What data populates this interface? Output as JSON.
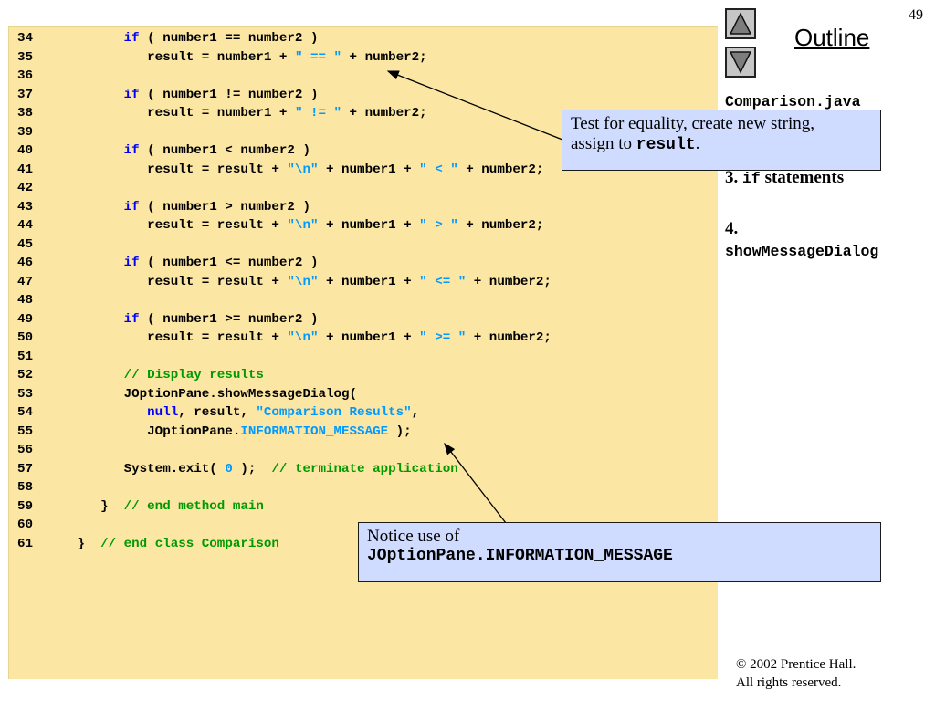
{
  "slide": {
    "page_number": "49",
    "outline_label": "Outline",
    "nav": {
      "up_label": "Previous",
      "down_label": "Next"
    },
    "sidebar": {
      "file_name": "Comparison.java",
      "item3_prefix": "3. ",
      "item3_code": "if",
      "item3_suffix": " statements",
      "item4_number": "4.",
      "item4_code": "showMessageDialog"
    },
    "callouts": {
      "equality": {
        "line1": "Test for equality, create new string,",
        "line2_prefix": "assign to ",
        "line2_code": "result",
        "line2_suffix": "."
      },
      "notice": {
        "line1": "Notice use of",
        "line2_code": "JOptionPane.INFORMATION_MESSAGE"
      }
    },
    "copyright": {
      "line1": "© 2002 Prentice Hall.",
      "line2": "All rights reserved."
    }
  },
  "code_lines": [
    {
      "n": "34",
      "tokens": [
        [
          "p",
          "         "
        ],
        [
          "kw",
          "if"
        ],
        [
          "p",
          " ( number1 == number2 )"
        ]
      ]
    },
    {
      "n": "35",
      "tokens": [
        [
          "p",
          "            result = number1 + "
        ],
        [
          "str",
          "\" == \""
        ],
        [
          "p",
          " + number2;"
        ]
      ]
    },
    {
      "n": "36",
      "tokens": []
    },
    {
      "n": "37",
      "tokens": [
        [
          "p",
          "         "
        ],
        [
          "kw",
          "if"
        ],
        [
          "p",
          " ( number1 != number2 )"
        ]
      ]
    },
    {
      "n": "38",
      "tokens": [
        [
          "p",
          "            result = number1 + "
        ],
        [
          "str",
          "\" != \""
        ],
        [
          "p",
          " + number2;"
        ]
      ]
    },
    {
      "n": "39",
      "tokens": []
    },
    {
      "n": "40",
      "tokens": [
        [
          "p",
          "         "
        ],
        [
          "kw",
          "if"
        ],
        [
          "p",
          " ( number1 < number2 )"
        ]
      ]
    },
    {
      "n": "41",
      "tokens": [
        [
          "p",
          "            result = result + "
        ],
        [
          "str",
          "\"\\n\""
        ],
        [
          "p",
          " + number1 + "
        ],
        [
          "str",
          "\" < \""
        ],
        [
          "p",
          " + number2;"
        ]
      ]
    },
    {
      "n": "42",
      "tokens": []
    },
    {
      "n": "43",
      "tokens": [
        [
          "p",
          "         "
        ],
        [
          "kw",
          "if"
        ],
        [
          "p",
          " ( number1 > number2 )"
        ]
      ]
    },
    {
      "n": "44",
      "tokens": [
        [
          "p",
          "            result = result + "
        ],
        [
          "str",
          "\"\\n\""
        ],
        [
          "p",
          " + number1 + "
        ],
        [
          "str",
          "\" > \""
        ],
        [
          "p",
          " + number2;"
        ]
      ]
    },
    {
      "n": "45",
      "tokens": []
    },
    {
      "n": "46",
      "tokens": [
        [
          "p",
          "         "
        ],
        [
          "kw",
          "if"
        ],
        [
          "p",
          " ( number1 <= number2 )"
        ]
      ]
    },
    {
      "n": "47",
      "tokens": [
        [
          "p",
          "            result = result + "
        ],
        [
          "str",
          "\"\\n\""
        ],
        [
          "p",
          " + number1 + "
        ],
        [
          "str",
          "\" <= \""
        ],
        [
          "p",
          " + number2;"
        ]
      ]
    },
    {
      "n": "48",
      "tokens": []
    },
    {
      "n": "49",
      "tokens": [
        [
          "p",
          "         "
        ],
        [
          "kw",
          "if"
        ],
        [
          "p",
          " ( number1 >= number2 )"
        ]
      ]
    },
    {
      "n": "50",
      "tokens": [
        [
          "p",
          "            result = result + "
        ],
        [
          "str",
          "\"\\n\""
        ],
        [
          "p",
          " + number1 + "
        ],
        [
          "str",
          "\" >= \""
        ],
        [
          "p",
          " + number2;"
        ]
      ]
    },
    {
      "n": "51",
      "tokens": []
    },
    {
      "n": "52",
      "tokens": [
        [
          "p",
          "         "
        ],
        [
          "cm",
          "// Display results"
        ]
      ]
    },
    {
      "n": "53",
      "tokens": [
        [
          "p",
          "         JOptionPane.showMessageDialog("
        ]
      ]
    },
    {
      "n": "54",
      "tokens": [
        [
          "p",
          "            "
        ],
        [
          "kw",
          "null"
        ],
        [
          "p",
          ", result, "
        ],
        [
          "str",
          "\"Comparison Results\""
        ],
        [
          "p",
          ","
        ]
      ]
    },
    {
      "n": "55",
      "tokens": [
        [
          "p",
          "            JOptionPane."
        ],
        [
          "const",
          "INFORMATION_MESSAGE"
        ],
        [
          "p",
          " );"
        ]
      ]
    },
    {
      "n": "56",
      "tokens": []
    },
    {
      "n": "57",
      "tokens": [
        [
          "p",
          "         System.exit( "
        ],
        [
          "const",
          "0"
        ],
        [
          "p",
          " );  "
        ],
        [
          "cm",
          "// terminate application"
        ]
      ]
    },
    {
      "n": "58",
      "tokens": []
    },
    {
      "n": "59",
      "tokens": [
        [
          "p",
          "      }  "
        ],
        [
          "cm",
          "// end method main"
        ]
      ]
    },
    {
      "n": "60",
      "tokens": []
    },
    {
      "n": "61",
      "tokens": [
        [
          "p",
          "   }  "
        ],
        [
          "cm",
          "// end class Comparison"
        ]
      ]
    }
  ],
  "colors": {
    "code_background": "#fbe6a3",
    "keyword": "#0000ff",
    "string": "#0099ff",
    "comment": "#009900",
    "callout_background": "#cfdcff"
  }
}
